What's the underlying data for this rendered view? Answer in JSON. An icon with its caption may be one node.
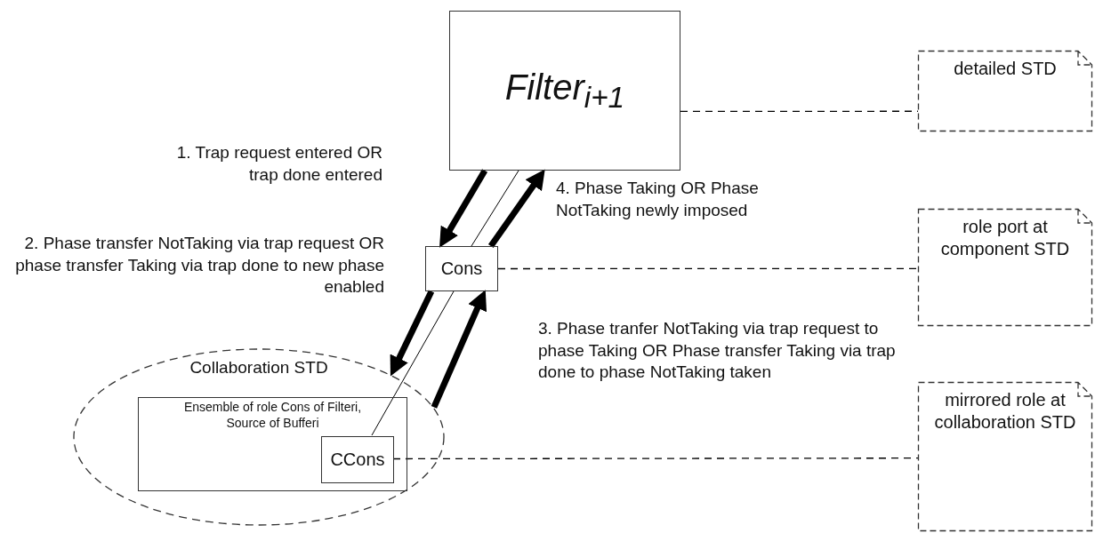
{
  "diagram": {
    "nodes": [
      {
        "text": [
          "Filter$_{i+1}$"
        ]
      },
      {
        "text": [
          "Cons"
        ]
      },
      {
        "text": [
          "Collaboration STD"
        ]
      },
      {
        "text": [
          "Ensemble of role Cons of Filteri, Source of Bufferi"
        ],
        "in": 2
      },
      {
        "text": [
          "CCons"
        ],
        "in": 3
      },
      {
        "text": [
          "detailed STD"
        ]
      },
      {
        "text": [
          "role port at component STD"
        ]
      },
      {
        "text": [
          "mirrored role at collaboration STD"
        ]
      }
    ],
    "edges": [
      {
        "from": 0,
        "to": 1,
        "arrow": "none"
      },
      {
        "from": 1,
        "to": 4,
        "arrow": "none"
      },
      {
        "from": 0,
        "to": 5,
        "arrow": "none",
        "style": "dashed"
      },
      {
        "from": 1,
        "to": 6,
        "arrow": "none",
        "style": "dashed"
      },
      {
        "from": 4,
        "to": 7,
        "arrow": "none",
        "style": "dashed"
      },
      {
        "from": 0,
        "to": 1,
        "arrow": "to",
        "style": "thick",
        "label": "1. Trap request entered OR trap done entered"
      },
      {
        "from": 1,
        "to": 0,
        "arrow": "to",
        "style": "thick",
        "label": "4. Phase Taking OR Phase NotTaking newly imposed"
      },
      {
        "from": 1,
        "to": 2,
        "arrow": "to",
        "style": "thick",
        "label": "2. Phase transfer NotTaking via trap request OR phase transfer Taking via trap done to new phase enabled"
      },
      {
        "from": 2,
        "to": 1,
        "arrow": "to",
        "style": "thick",
        "label": "3. Phase tranfer NotTaking via trap request to phase Taking OR Phase transfer Taking via trap done to phase NotTaking taken"
      }
    ]
  }
}
